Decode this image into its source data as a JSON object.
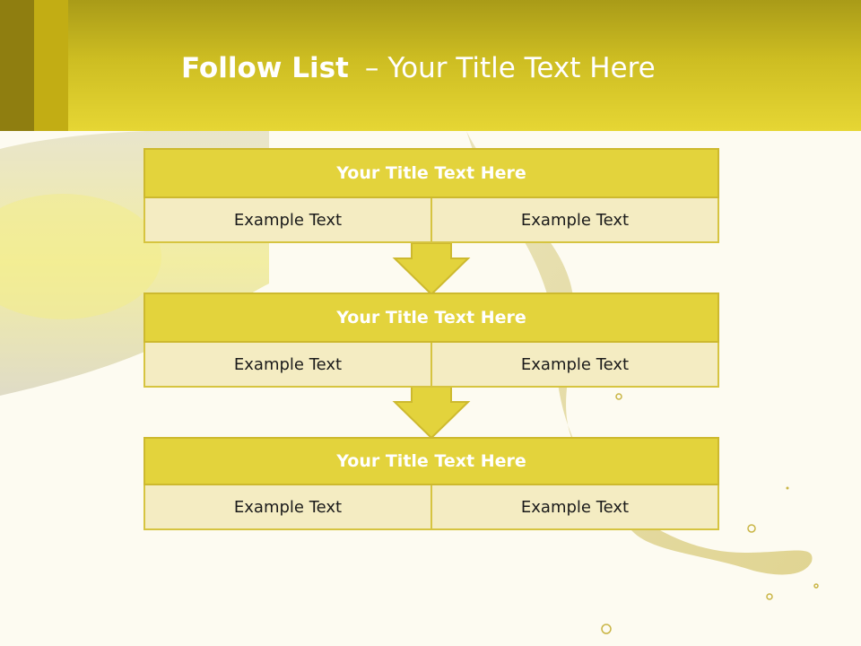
{
  "slide": {
    "title_bold": "Follow List",
    "title_separator": "–",
    "title_rest": "Your Title Text Here"
  },
  "steps": [
    {
      "title": "Your Title Text Here",
      "left": "Example Text",
      "right": "Example Text"
    },
    {
      "title": "Your Title Text Here",
      "left": "Example Text",
      "right": "Example Text"
    },
    {
      "title": "Your Title Text Here",
      "left": "Example Text",
      "right": "Example Text"
    }
  ],
  "colors": {
    "header": "#cdbd22",
    "box_title": "#e3d33c",
    "box_cell": "#f4ecc2",
    "background": "#fdfbf1"
  }
}
